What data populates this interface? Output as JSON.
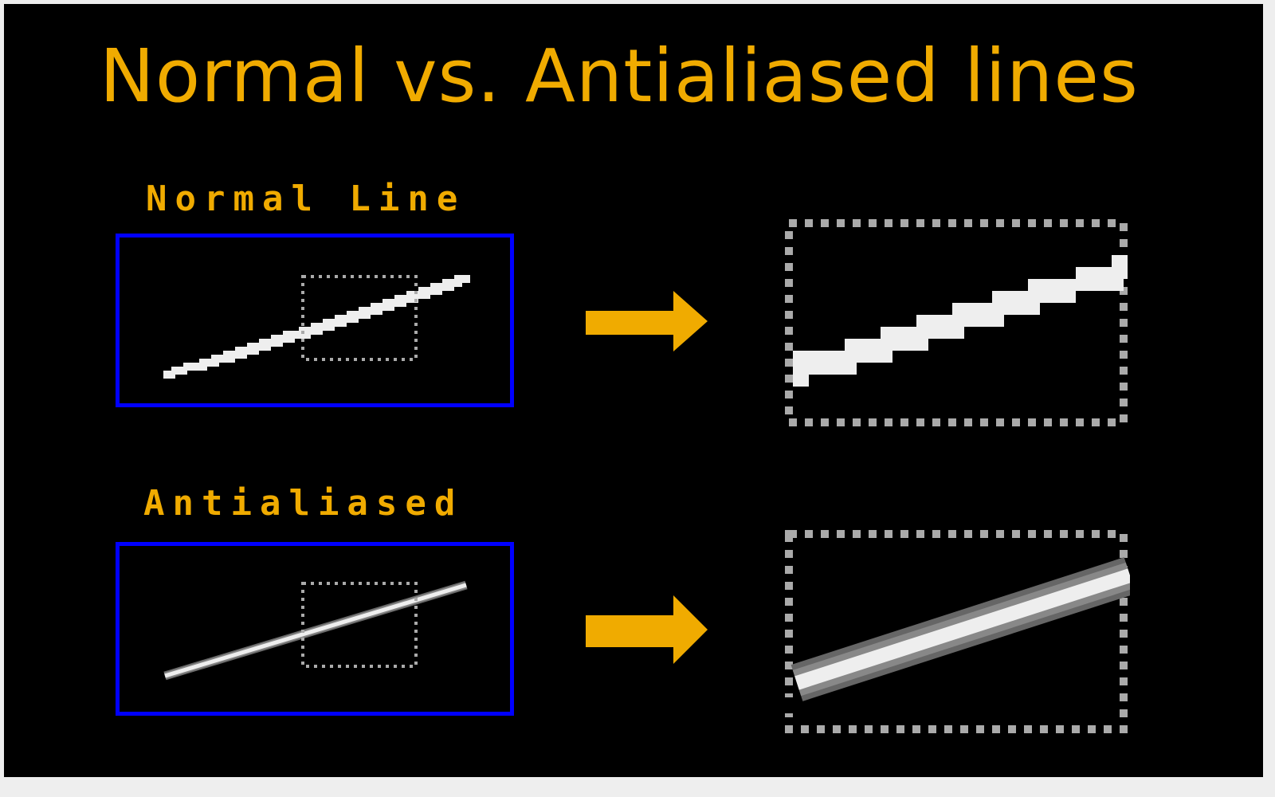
{
  "title": "Normal vs. Antialiased lines",
  "sections": [
    {
      "label": "Normal Line",
      "kind": "aliased"
    },
    {
      "label": "Antialiased",
      "kind": "antialiased"
    }
  ],
  "colors": {
    "background": "#000000",
    "frame": "#eeeeee",
    "accent": "#f0ab00",
    "panel_border": "#0000ff",
    "line": "#eeeeee",
    "dotted_box": "#aaaaaa",
    "aa_mid": "#888888",
    "aa_dark": "#666666"
  },
  "icons": [
    "arrow-right-icon",
    "arrow-right-icon"
  ]
}
